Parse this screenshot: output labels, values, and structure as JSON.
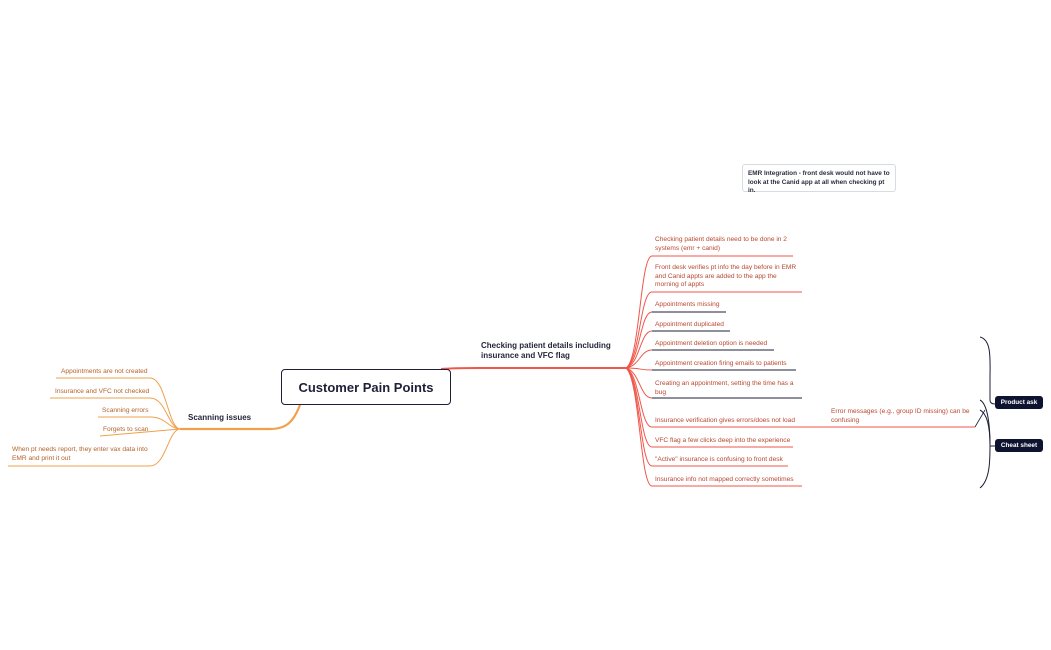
{
  "central": {
    "title": "Customer Pain Points"
  },
  "branches": {
    "scanning": {
      "label": "Scanning issues",
      "items": [
        "Appointments are not created",
        "Insurance and VFC not checked",
        "Scanning errors",
        "Forgets to scan",
        "When pt needs report, they enter vax data into EMR and print it out"
      ]
    },
    "checking": {
      "label": "Checking patient details including insurance and VFC flag",
      "items": [
        "Checking patient details need to be done in 2 systems (emr + canid)",
        "Front desk verifies pt info the day before in EMR and Canid appts are added to the app the morning of appts",
        "Appointments missing",
        "Appointment duplicated",
        "Appointment deletion option is needed",
        "Appointment creation firing emails to patients",
        "Creating an appointment, setting the time has a bug",
        "Insurance verification gives errors/does not load",
        "VFC flag a few clicks deep into the experience",
        "\"Active\" insurance is confusing to front desk",
        "Insurance info not mapped correctly sometimes"
      ],
      "sub_item": "Error messages (e.g., group ID missing) can be confusing"
    }
  },
  "note": "EMR Integration - front desk would not have to look at the Canid app at all when checking pt in.",
  "tags": {
    "product_ask": "Product ask",
    "cheat_sheet": "Cheat sheet"
  },
  "colors": {
    "red": "#f0564a",
    "orange": "#f0a04b",
    "navy": "#1c1f36"
  }
}
